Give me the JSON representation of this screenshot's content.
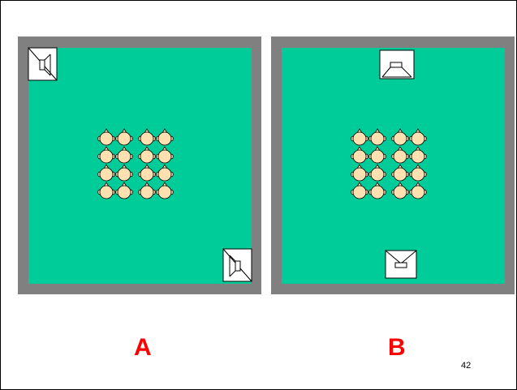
{
  "panels": [
    {
      "id": "A",
      "label": "A",
      "speakers": [
        "speaker-top-left-corner",
        "speaker-bottom-right-corner"
      ],
      "listener_grid": {
        "rows": 4,
        "cols": 4
      }
    },
    {
      "id": "B",
      "label": "B",
      "speakers": [
        "speaker-top-center",
        "speaker-bottom-center"
      ],
      "listener_grid": {
        "rows": 4,
        "cols": 4
      }
    }
  ],
  "page_number": "42",
  "colors": {
    "wall": "#808080",
    "floor": "#00cc99",
    "listener_head": "#ffe0b0",
    "label": "#ff0000"
  },
  "icons": [
    "speaker-icon",
    "listener-head-icon"
  ]
}
